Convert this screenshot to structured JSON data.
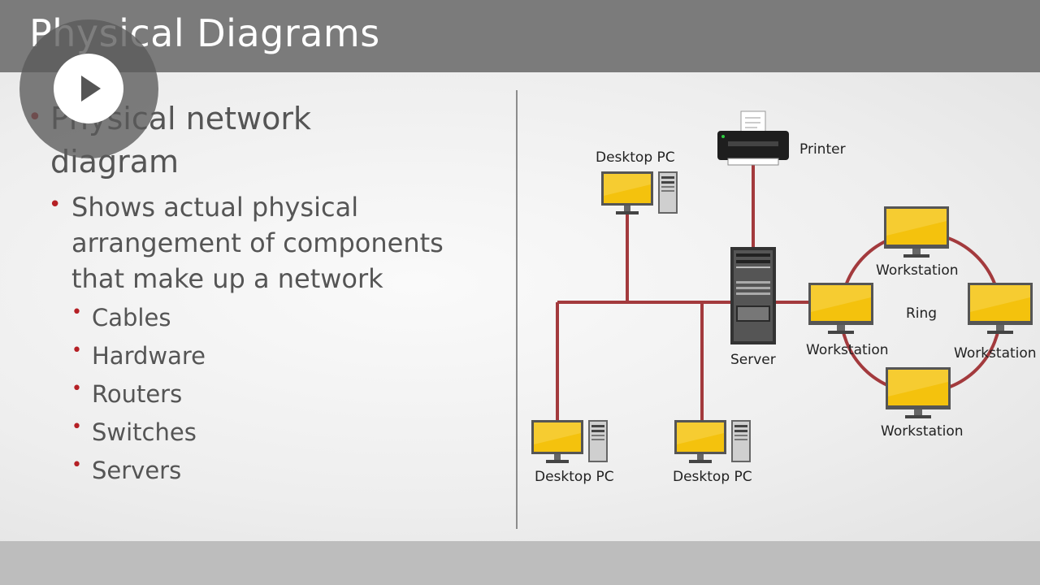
{
  "slide": {
    "title": "Physical Diagrams",
    "bullet1": "Physical network diagram",
    "bullet1_line1": "Physical network",
    "bullet1_line2": "diagram",
    "bullet2_line1": "Shows actual physical",
    "bullet2_line2": "arrangement of components",
    "bullet2_line3": "that make up a network",
    "items": [
      "Cables",
      "Hardware",
      "Routers",
      "Switches",
      "Servers"
    ]
  },
  "diagram": {
    "printer_label": "Printer",
    "server_label": "Server",
    "ring_label": "Ring",
    "desktop_top_label": "Desktop PC",
    "desktop_bl_label": "Desktop PC",
    "desktop_bm_label": "Desktop PC",
    "ws_top_label": "Workstation",
    "ws_left_label": "Workstation",
    "ws_right_label": "Workstation",
    "ws_bottom_label": "Workstation"
  },
  "player": {
    "play_icon": "play-icon"
  },
  "colors": {
    "title_bar": "#7b7b7b",
    "bullet": "#b52025",
    "cable": "#a33a3d",
    "monitor": "#f4c20d"
  }
}
